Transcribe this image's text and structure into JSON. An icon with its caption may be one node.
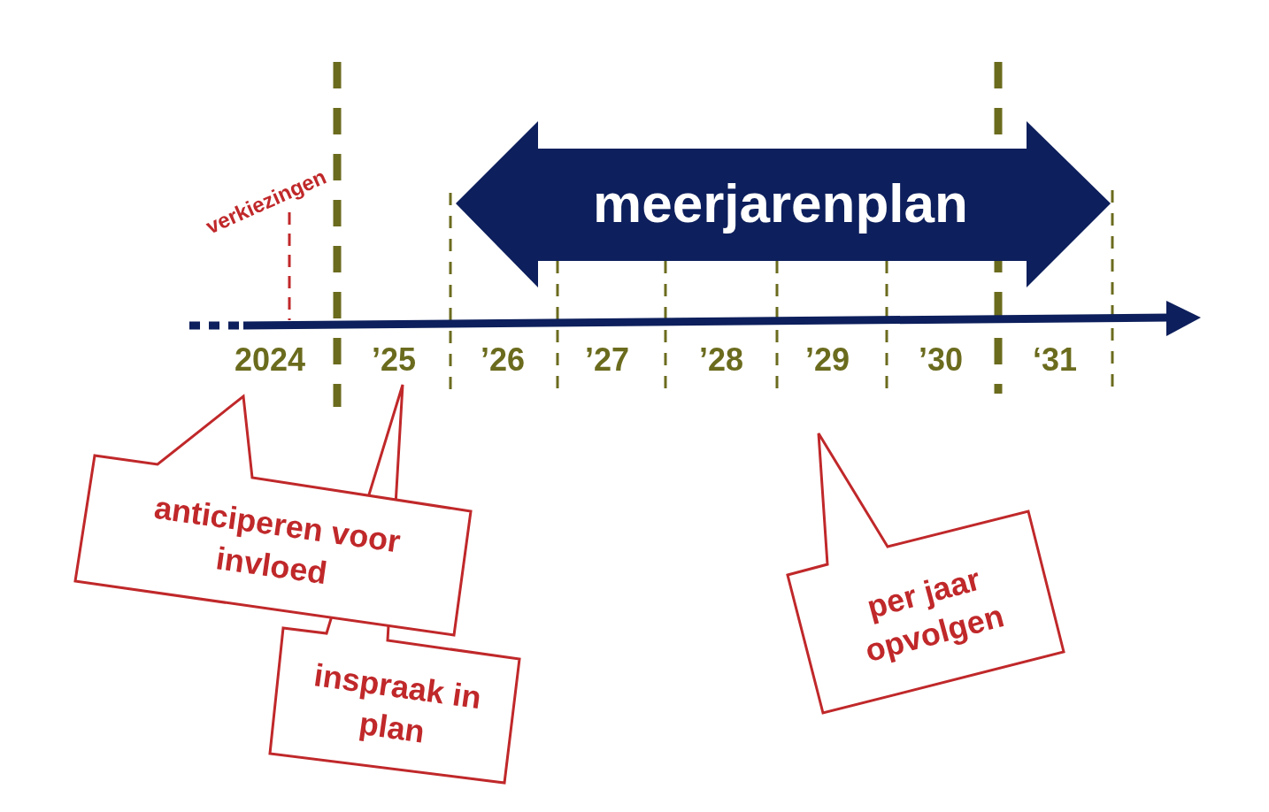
{
  "diagram": {
    "nodes": [
      {
        "text": [
          "meerjarenplan"
        ]
      },
      {
        "text": [
          "anticiperen voor invloed"
        ]
      },
      {
        "text": [
          "inspraak in plan"
        ]
      },
      {
        "text": [
          "per jaar opvolgen"
        ]
      }
    ],
    "labels": [
      "verkiezingen",
      "2024",
      "’25",
      "’26",
      "’27",
      "’28",
      "’29",
      "’30",
      "‘31"
    ]
  }
}
